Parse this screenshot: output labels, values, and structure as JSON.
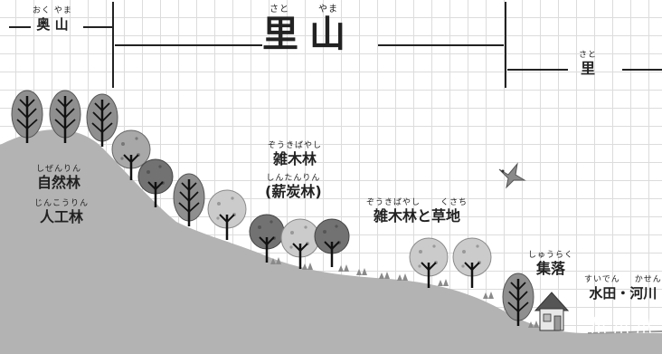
{
  "headers": {
    "okuyama": {
      "ruby1": "おく",
      "ruby2": "やま",
      "text1": "奥",
      "text2": "山"
    },
    "satoyama": {
      "ruby1": "さと",
      "ruby2": "やま",
      "text1": "里",
      "text2": "山"
    },
    "sato": {
      "ruby": "さと",
      "text": "里"
    }
  },
  "zones": {
    "shizenrin": {
      "ruby": "しぜんりん",
      "text": "自然林"
    },
    "jinkorin": {
      "ruby": "じんこうりん",
      "text": "人工林"
    },
    "zokibayashi": {
      "ruby": "ぞうきばやし",
      "text": "雑木林"
    },
    "shintanrin": {
      "ruby": "しんたんりん",
      "text": "(薪炭林)"
    },
    "zokibayashi_kusachi": {
      "ruby1": "ぞうきばやし",
      "ruby2": "くさち",
      "text": "雑木林と草地"
    },
    "shuraku": {
      "ruby": "しゅうらく",
      "text": "集落"
    },
    "suiden_kasen": {
      "ruby1": "すいでん",
      "ruby2": "かせん",
      "text": "水田・河川"
    }
  },
  "colors": {
    "hill": "#b3b3b3",
    "hill_edge": "#9a9a9a",
    "tree_dark": "#6e6e6e",
    "tree_mid": "#999999",
    "tree_light": "#c4c4c4",
    "trunk": "#111111",
    "line": "#222222",
    "house": "#8a8a8a"
  },
  "icons": [
    "conifer-tree-icon",
    "deciduous-tree-icon",
    "bird-icon",
    "house-icon",
    "grass-tuft-icon",
    "rice-plant-icon"
  ]
}
